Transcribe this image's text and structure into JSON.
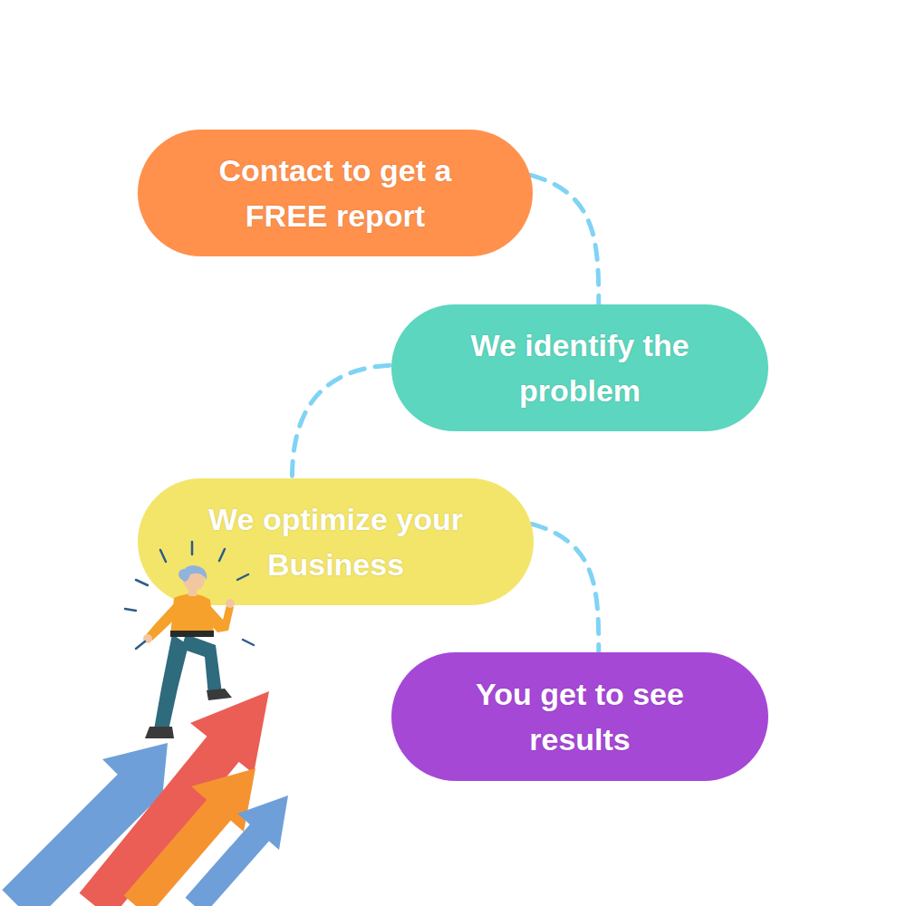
{
  "diagram": {
    "nodes": [
      {
        "text": [
          "Contact to get a FREE report"
        ]
      },
      {
        "text": [
          "We identify the problem"
        ]
      },
      {
        "text": [
          "We optimize your Business"
        ]
      },
      {
        "text": [
          "You get to see results"
        ]
      }
    ],
    "edges": [
      {
        "from": 0,
        "to": 1,
        "arrow": "none"
      },
      {
        "from": 1,
        "to": 2,
        "arrow": "none"
      },
      {
        "from": 2,
        "to": 3,
        "arrow": "none"
      }
    ]
  }
}
